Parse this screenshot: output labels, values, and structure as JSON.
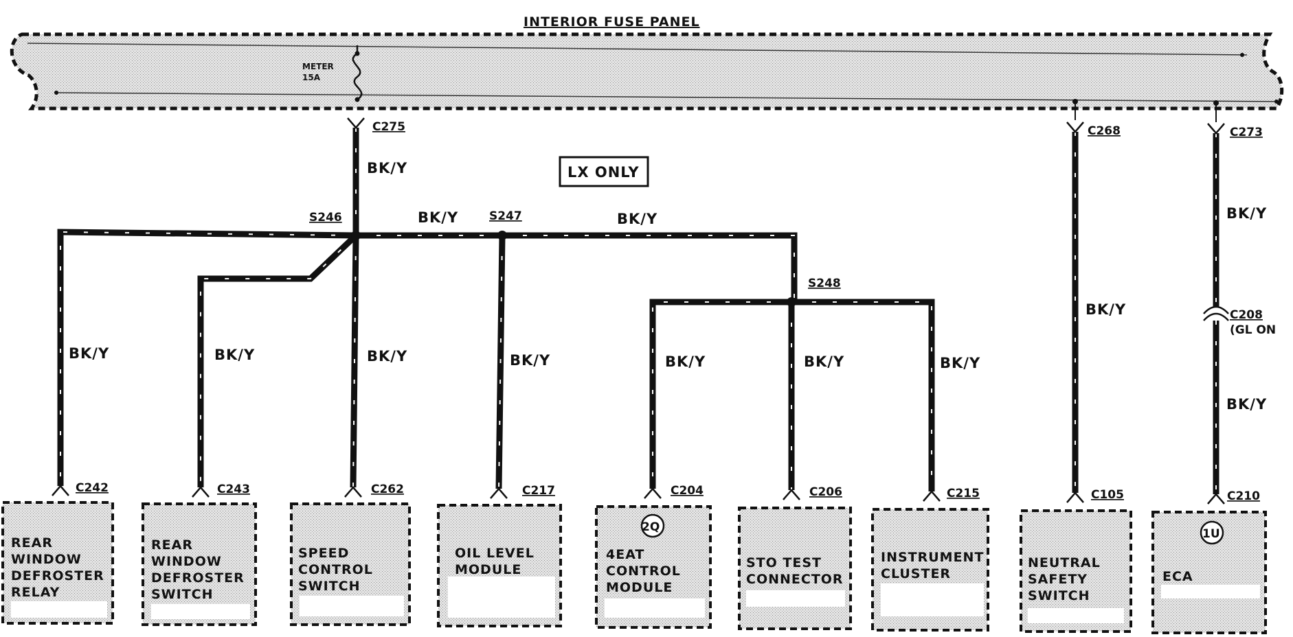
{
  "title": "INTERIOR FUSE PANEL",
  "fuse": {
    "name": "METER",
    "rating": "15A"
  },
  "lx_only": "LX ONLY",
  "wire_color": "BK/Y",
  "splices": {
    "s246": "S246",
    "s247": "S247",
    "s248": "S248"
  },
  "connectors": {
    "c275": "C275",
    "c268": "C268",
    "c273": "C273",
    "c208": "C208",
    "c208_note": "(GL ON",
    "c242": "C242",
    "c243": "C243",
    "c262": "C262",
    "c217": "C217",
    "c204": "C204",
    "c206": "C206",
    "c215": "C215",
    "c105": "C105",
    "c210": "C210"
  },
  "components": [
    {
      "id": "rw-relay",
      "lines": [
        "REAR",
        "WINDOW",
        "DEFROSTER",
        "RELAY"
      ]
    },
    {
      "id": "rw-switch",
      "lines": [
        "REAR",
        "WINDOW",
        "DEFROSTER",
        "SWITCH"
      ]
    },
    {
      "id": "speed-control",
      "lines": [
        "SPEED",
        "CONTROL",
        "SWITCH"
      ]
    },
    {
      "id": "oil-level",
      "lines": [
        "OIL LEVEL",
        "MODULE"
      ]
    },
    {
      "id": "4eat",
      "lines": [
        "4EAT",
        "CONTROL",
        "MODULE"
      ],
      "badge": "2Q"
    },
    {
      "id": "sto-test",
      "lines": [
        "STO TEST",
        "CONNECTOR"
      ]
    },
    {
      "id": "instrument",
      "lines": [
        "INSTRUMENT",
        "CLUSTER"
      ]
    },
    {
      "id": "neutral",
      "lines": [
        "NEUTRAL",
        "SAFETY",
        "SWITCH"
      ]
    },
    {
      "id": "eca",
      "lines": [
        "ECA"
      ],
      "badge": "1U"
    }
  ],
  "colors": {
    "wire": "#111111",
    "stipple": "#c9c9c9",
    "outline": "#111111"
  }
}
